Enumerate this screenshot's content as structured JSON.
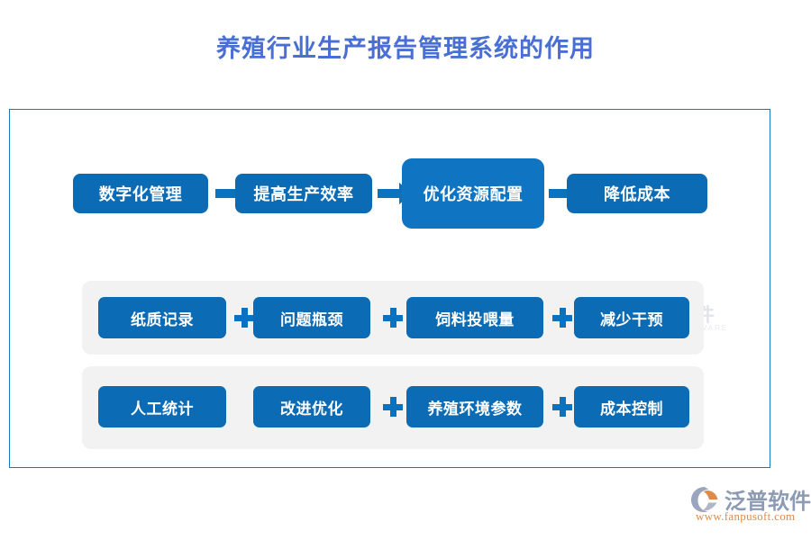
{
  "page": {
    "title": "养殖行业生产报告管理系统的作用",
    "title_color": "#4a6fd4",
    "background": "#ffffff",
    "frame_border_color": "#1777c2"
  },
  "colors": {
    "box_blue": "#0b6bb5",
    "box_blue_emphasis": "#0f74c2",
    "arrow_blue": "#0b72c0",
    "plus_blue": "#0b72c0",
    "group_background": "#f2f2f2"
  },
  "flow": {
    "nodes": [
      {
        "label": "数字化管理",
        "emphasis": false
      },
      {
        "label": "提高生产效率",
        "emphasis": false
      },
      {
        "label": "优化资源配置",
        "emphasis": true
      },
      {
        "label": "降低成本",
        "emphasis": false
      }
    ],
    "connector": "arrow-right"
  },
  "groups": [
    {
      "id": "group-row-1",
      "chips": [
        "纸质记录",
        "问题瓶颈",
        "饲料投喂量",
        "减少干预"
      ],
      "separators": [
        "plus",
        "plus",
        "plus"
      ]
    },
    {
      "id": "group-row-2",
      "chips": [
        "人工统计",
        "改进优化",
        "养殖环境参数",
        "成本控制"
      ],
      "separators": [
        "none",
        "plus",
        "plus"
      ]
    }
  ],
  "watermark": {
    "name": "泛普软件",
    "subtitle": "FANPU SOFTWARE"
  },
  "brand": {
    "name": "泛普软件",
    "url": "www.fanpusoft.com"
  }
}
